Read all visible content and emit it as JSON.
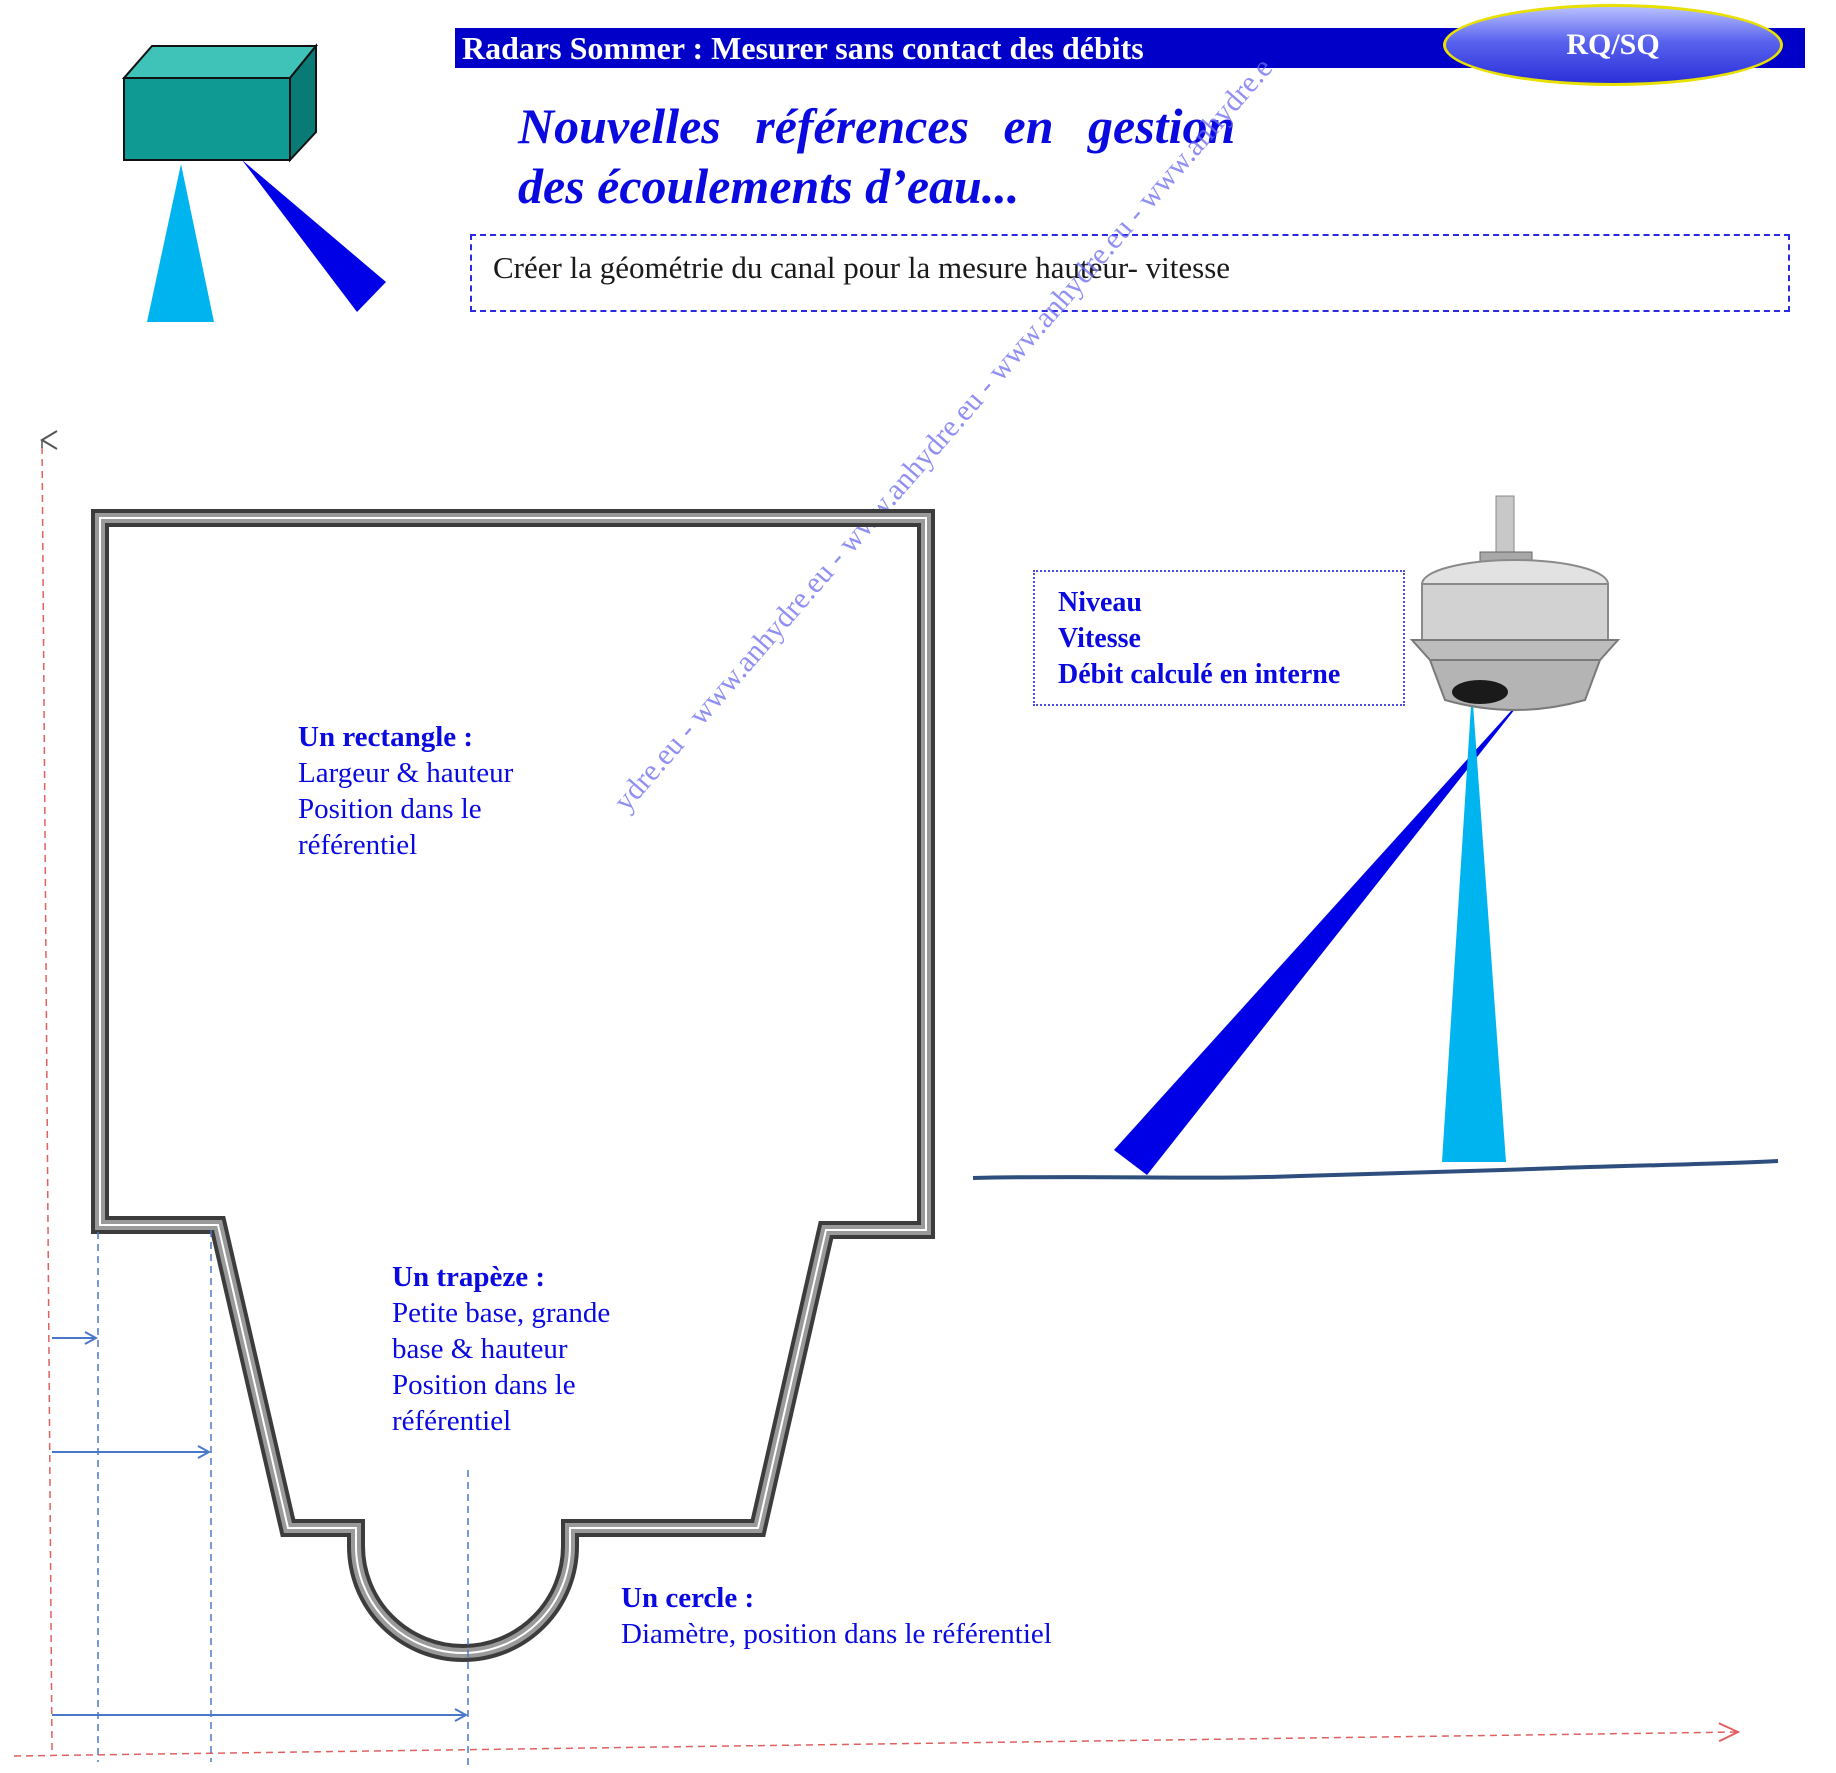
{
  "header": {
    "title": "Radars Sommer : Mesurer sans contact des débits",
    "badge": "RQ/SQ",
    "headline_line1": "Nouvelles références en gestion",
    "headline_line2": "des écoulements d’eau...",
    "subtitle": "Créer la géométrie du canal pour la mesure hauteur- vitesse"
  },
  "rectangle_label": {
    "title": "Un rectangle :",
    "line1": "Largeur & hauteur",
    "line2": "Position dans le",
    "line3": "référentiel"
  },
  "trapeze_label": {
    "title": "Un trapèze :",
    "line1": "Petite base, grande",
    "line2": "base & hauteur",
    "line3": "Position dans le",
    "line4": "référentiel"
  },
  "circle_label": {
    "title": "Un cercle :",
    "line1": "Diamètre, position dans le référentiel"
  },
  "radar_box": {
    "line1": "Niveau",
    "line2": "Vitesse",
    "line3": "Débit calculé en interne"
  },
  "watermark": "ydre.eu - www.anhydre.eu - www.anhydre.eu - www.anhydre.eu - www.anhydre.e",
  "colors": {
    "banner": "#0000c8",
    "text_blue": "#0a0ae0",
    "beam_velocity": "#0000e6",
    "beam_level": "#00b4f0",
    "logo_box": "#0f9a94",
    "channel_wall": "#6e6e6e",
    "water_line": "#2e4e7e",
    "reference_axes": "#e06060",
    "dimension_arrows": "#4a78c8"
  }
}
